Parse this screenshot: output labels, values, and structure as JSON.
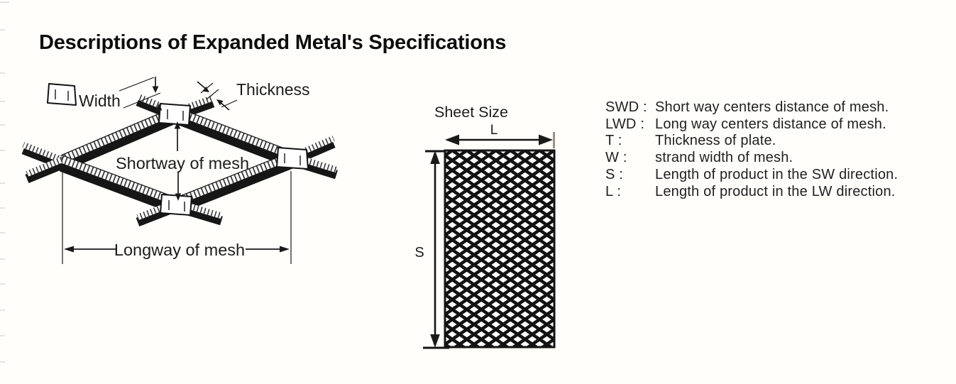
{
  "title": "Descriptions of Expanded Metal's Specifications",
  "mesh_diagram": {
    "labels": {
      "width": "Width",
      "thickness": "Thickness",
      "shortway": "Shortway of mesh",
      "longway": "Longway of mesh"
    }
  },
  "sheet_diagram": {
    "title": "Sheet Size",
    "length_label": "L",
    "short_label": "S"
  },
  "definitions": [
    {
      "term": "SWD :",
      "description": "Short way centers distance of mesh."
    },
    {
      "term": "LWD :",
      "description": "Long way centers distance of mesh."
    },
    {
      "term": "T :",
      "description": "Thickness of plate."
    },
    {
      "term": "W :",
      "description": "strand width of mesh."
    },
    {
      "term": "S :",
      "description": "Length of product in the SW direction."
    },
    {
      "term": "L :",
      "description": "Length of product in the LW direction."
    }
  ],
  "colors": {
    "ink": "#1c1c1c",
    "strand": "#161616",
    "dim_tick_gray": "#9a9288",
    "background": "#fffefa"
  }
}
